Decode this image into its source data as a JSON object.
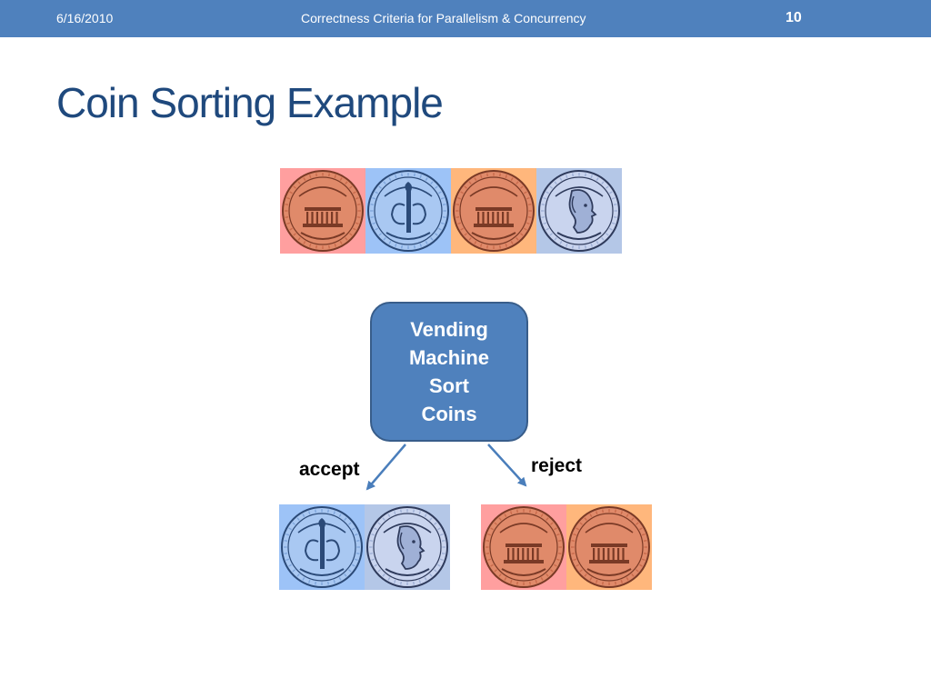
{
  "header": {
    "date": "6/16/2010",
    "title": "Correctness Criteria for Parallelism & Concurrency",
    "slide_number": "10"
  },
  "slide": {
    "title": "Coin Sorting Example"
  },
  "process_box": {
    "lines": [
      "Vending",
      "Machine",
      "Sort",
      "Coins"
    ]
  },
  "labels": {
    "accept": "accept",
    "reject": "reject"
  },
  "coins": {
    "input_row": [
      {
        "type": "penny",
        "bg": "#ff9f9f"
      },
      {
        "type": "dime",
        "bg": "#9dc3f7"
      },
      {
        "type": "penny",
        "bg": "#ffb77c"
      },
      {
        "type": "quarter",
        "bg": "#b4c7e7"
      }
    ],
    "accept_row": [
      {
        "type": "dime",
        "bg": "#9dc3f7"
      },
      {
        "type": "quarter",
        "bg": "#b4c7e7"
      }
    ],
    "reject_row": [
      {
        "type": "penny",
        "bg": "#ff9f9f"
      },
      {
        "type": "penny",
        "bg": "#ffb77c"
      }
    ]
  },
  "colors": {
    "header_bg": "#4f81bd",
    "title_text": "#1f497d",
    "box_fill": "#4f81bd",
    "box_border": "#385d8a",
    "arrow": "#4a7ebb"
  }
}
